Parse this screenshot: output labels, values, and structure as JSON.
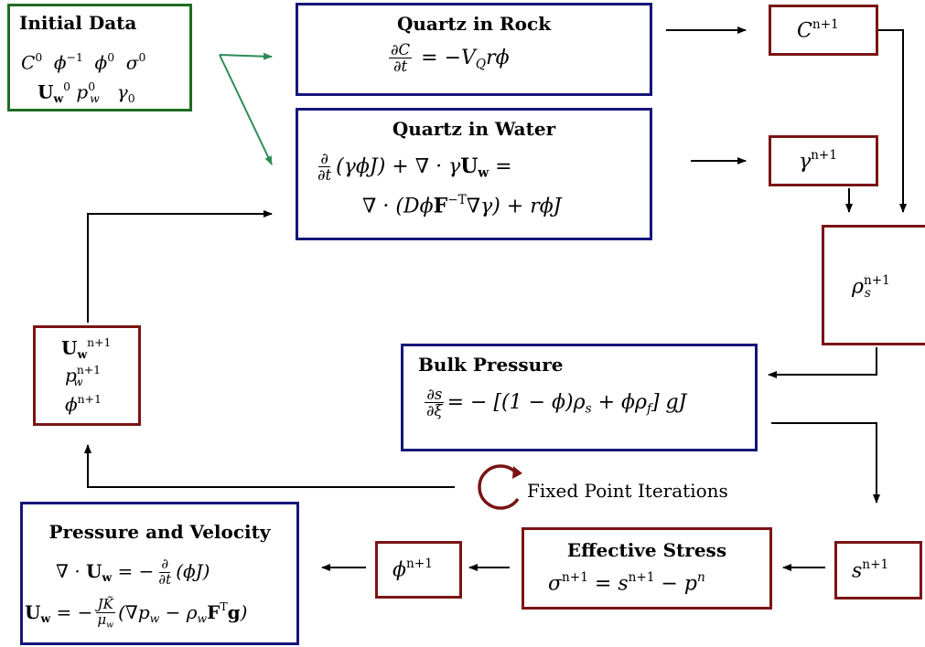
{
  "initial": {
    "title": "Initial Data",
    "c0": "C",
    "c0_sup": "0",
    "phi_m1": "ϕ",
    "phi_m1_sup": "−1",
    "phi0": "ϕ",
    "phi0_sup": "0",
    "sigma0": "σ",
    "sigma0_sup": "0",
    "uw0": "U",
    "uw0_sub": "w",
    "uw0_sup": "0",
    "pw0": "p",
    "pw0_sub": "w",
    "pw0_sup": "0",
    "gamma0": "γ",
    "gamma0_sub": "0"
  },
  "quartz_rock": {
    "title": "Quartz in Rock",
    "frac_num": "∂C",
    "frac_den": "∂t",
    "rhs": "= −V",
    "rhs_sub": "Q",
    "rhs_tail": "rϕ"
  },
  "quartz_water": {
    "title": "Quartz in Water",
    "line1_frac_num": "∂",
    "line1_frac_den": "∂t",
    "line1_a": "(γϕJ) + ∇ · γ",
    "line1_u": "U",
    "line1_u_sub": "w",
    "line1_end": " =",
    "line2_a": "∇ · (Dϕ",
    "line2_f": "F",
    "line2_f_sup": "−T",
    "line2_b": "∇γ) + rϕJ"
  },
  "c_next": {
    "base": "C",
    "sup": "n+1"
  },
  "gamma_next": {
    "base": "γ",
    "sup": "n+1"
  },
  "rho_next": {
    "base": "ρ",
    "sub": "s",
    "sup": "n+1"
  },
  "bulk_pressure": {
    "title": "Bulk Pressure",
    "frac_num": "∂s",
    "frac_den": "∂ξ",
    "rhs_a": "= − [(1 − ϕ)ρ",
    "rhs_sub1": "s",
    "rhs_b": " + ϕρ",
    "rhs_sub2": "f",
    "rhs_c": "] gJ"
  },
  "fixed_point": {
    "label": "Fixed Point Iterations"
  },
  "uw_state": {
    "uw": "U",
    "uw_sub": "w",
    "uw_sup": "n+1",
    "pw": "p",
    "pw_sub": "w",
    "pw_sup": "n+1",
    "phi": "ϕ",
    "phi_sup": "n+1"
  },
  "s_next": {
    "base": "s",
    "sup": "n+1"
  },
  "effective_stress": {
    "title": "Effective Stress",
    "lhs": "σ",
    "lhs_sup": "n+1",
    "mid": " = s",
    "mid_sup": "n+1",
    "tail": " − p",
    "tail_sup": "n"
  },
  "phi_next": {
    "base": "ϕ",
    "sup": "n+1"
  },
  "pressure_velocity": {
    "title": "Pressure and Velocity",
    "l1_a": "∇ · ",
    "l1_u": "U",
    "l1_u_sub": "w",
    "l1_b": " = −",
    "l1_frac_num": "∂",
    "l1_frac_den": "∂t",
    "l1_c": "(ϕJ)",
    "l2_u": "U",
    "l2_u_sub": "w",
    "l2_b": " = −",
    "l2_frac_num": "JK̃",
    "l2_frac_den": "μ",
    "l2_frac_den_sub": "w",
    "l2_c": "(∇p",
    "l2_c_sub": "w",
    "l2_d": " − ρ",
    "l2_d_sub": "w",
    "l2_f": "F",
    "l2_f_sup": "T",
    "l2_g": "g",
    "l2_e": ")"
  },
  "colors": {
    "green": "#1f6b22",
    "blue": "#16167a",
    "red": "#7a1414",
    "arrow": "#000000",
    "green_arrow": "#2e8b57"
  }
}
